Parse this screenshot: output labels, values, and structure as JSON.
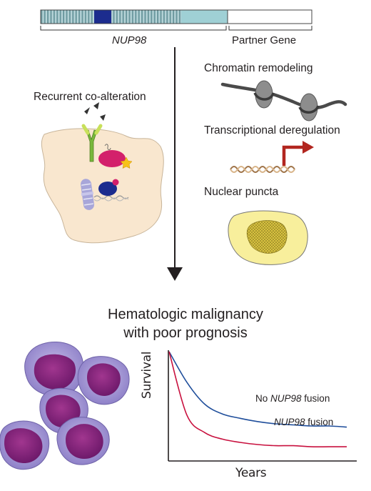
{
  "gene_bar": {
    "left_label": "NUP98",
    "right_label": "Partner Gene"
  },
  "mechanisms": {
    "coalteration": "Recurrent co-alteration",
    "chromatin": "Chromatin remodeling",
    "transcriptional": "Transcriptional deregulation",
    "puncta": "Nuclear puncta"
  },
  "outcome": {
    "title_line1": "Hematologic malignancy",
    "title_line2": "with poor prognosis"
  },
  "chart_data": {
    "type": "line",
    "xlabel": "Years",
    "ylabel": "Survival",
    "x": [
      0,
      1,
      2,
      3,
      4,
      5,
      6,
      7,
      8,
      9,
      10
    ],
    "series": [
      {
        "name_prefix": "No ",
        "name_gene": "NUP98",
        "name_suffix": " fusion",
        "color": "#1f4e9b",
        "values": [
          1.0,
          0.72,
          0.52,
          0.43,
          0.39,
          0.36,
          0.34,
          0.33,
          0.32,
          0.32,
          0.31
        ]
      },
      {
        "name_prefix": "",
        "name_gene": "NUP98",
        "name_suffix": " fusion",
        "color": "#c8103e",
        "values": [
          1.0,
          0.42,
          0.26,
          0.2,
          0.17,
          0.15,
          0.14,
          0.14,
          0.13,
          0.13,
          0.13
        ]
      }
    ],
    "ylim": [
      0,
      1
    ],
    "xlim": [
      0,
      10
    ]
  },
  "colors": {
    "gene_hatch": "#6e9aa0",
    "gene_dark_block": "#1c2c8e",
    "gene_light_block": "#9fd0d5",
    "cell_fill": "#f9e7cf",
    "puncta_fill": "#f8ef9c",
    "blast_outer": "#9c8fd0",
    "blast_inner": "#7d1d7a",
    "arrow": "#231f20"
  }
}
